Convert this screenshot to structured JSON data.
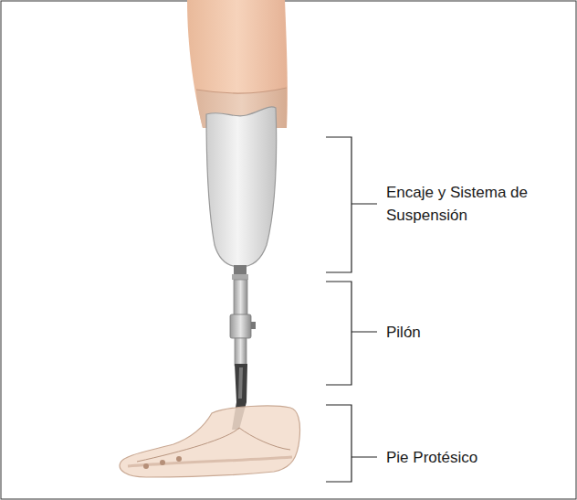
{
  "diagram": {
    "labels": [
      "Encaje y Sistema de Suspensión",
      "Pilón",
      "Pie Protésico"
    ]
  }
}
